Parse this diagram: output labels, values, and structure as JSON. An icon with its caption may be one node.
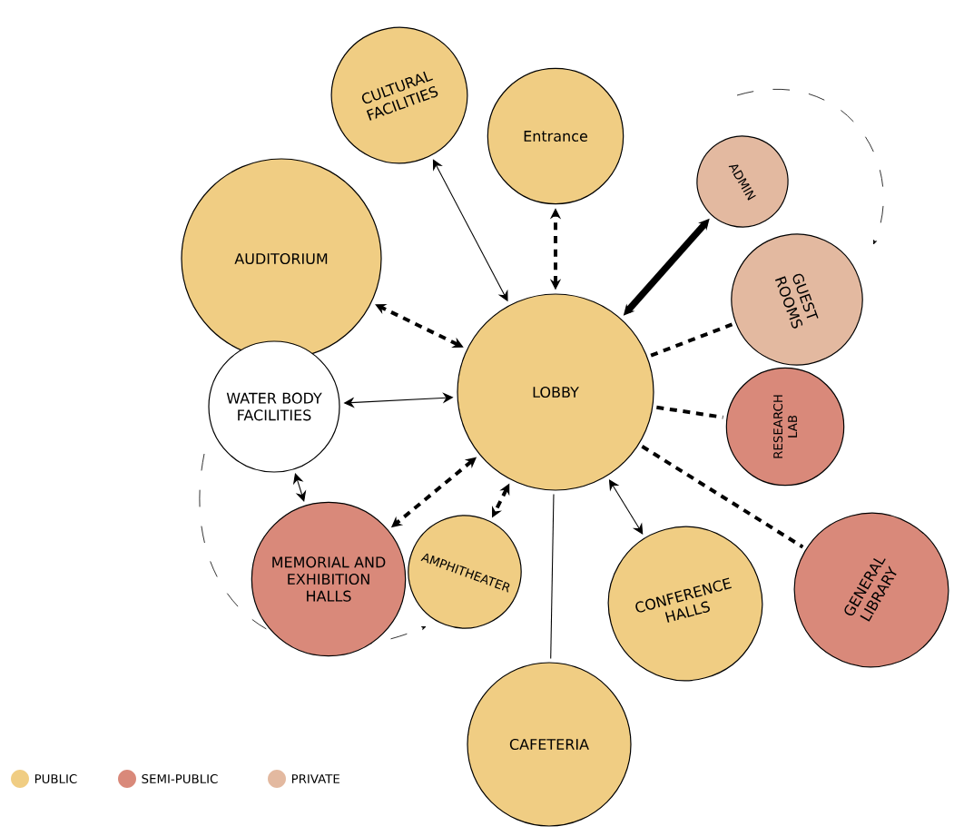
{
  "diagram": {
    "nodes": [
      {
        "text": [
          "LOBBY"
        ]
      },
      {
        "text": [
          "CULTURAL FACILITIES"
        ]
      },
      {
        "text": [
          "Entrance"
        ]
      },
      {
        "text": [
          "AUDITORIUM"
        ]
      },
      {
        "text": [
          "ADMIN"
        ]
      },
      {
        "text": [
          "GUEST ROOMS"
        ]
      },
      {
        "text": [
          "WATER BODY FACILITIES"
        ]
      },
      {
        "text": [
          "RESEARCH LAB"
        ]
      },
      {
        "text": [
          "MEMORIAL AND EXHIBITION HALLS"
        ]
      },
      {
        "text": [
          "AMPHITHEATER"
        ]
      },
      {
        "text": [
          "CONFERENCE HALLS"
        ]
      },
      {
        "text": [
          "GENERAL LIBRARY"
        ]
      },
      {
        "text": [
          "CAFETERIA"
        ]
      }
    ],
    "edges": [
      {
        "from": 0,
        "to": 1,
        "arrow": "both"
      },
      {
        "from": 0,
        "to": 2,
        "arrow": "both",
        "style": "dashed"
      },
      {
        "from": 0,
        "to": 3,
        "arrow": "both",
        "style": "dashed"
      },
      {
        "from": 0,
        "to": 4,
        "arrow": "both",
        "style": "thick"
      },
      {
        "from": 0,
        "to": 5,
        "arrow": "none",
        "style": "dashed"
      },
      {
        "from": 0,
        "to": 6,
        "arrow": "both"
      },
      {
        "from": 0,
        "to": 7,
        "arrow": "none",
        "style": "dashed"
      },
      {
        "from": 0,
        "to": 8,
        "arrow": "both",
        "style": "dashed"
      },
      {
        "from": 0,
        "to": 9,
        "arrow": "both",
        "style": "dashed"
      },
      {
        "from": 0,
        "to": 10,
        "arrow": "both"
      },
      {
        "from": 0,
        "to": 11,
        "arrow": "none",
        "style": "dashed"
      },
      {
        "from": 0,
        "to": 12,
        "arrow": "none"
      },
      {
        "from": 6,
        "to": 8,
        "arrow": "both"
      }
    ],
    "legend": [
      {
        "text": "PUBLIC",
        "color": "#f0cd83"
      },
      {
        "text": "SEMI-PUBLIC",
        "color": "#d9897a"
      },
      {
        "text": "PRIVATE",
        "color": "#e3b9a0"
      }
    ]
  }
}
